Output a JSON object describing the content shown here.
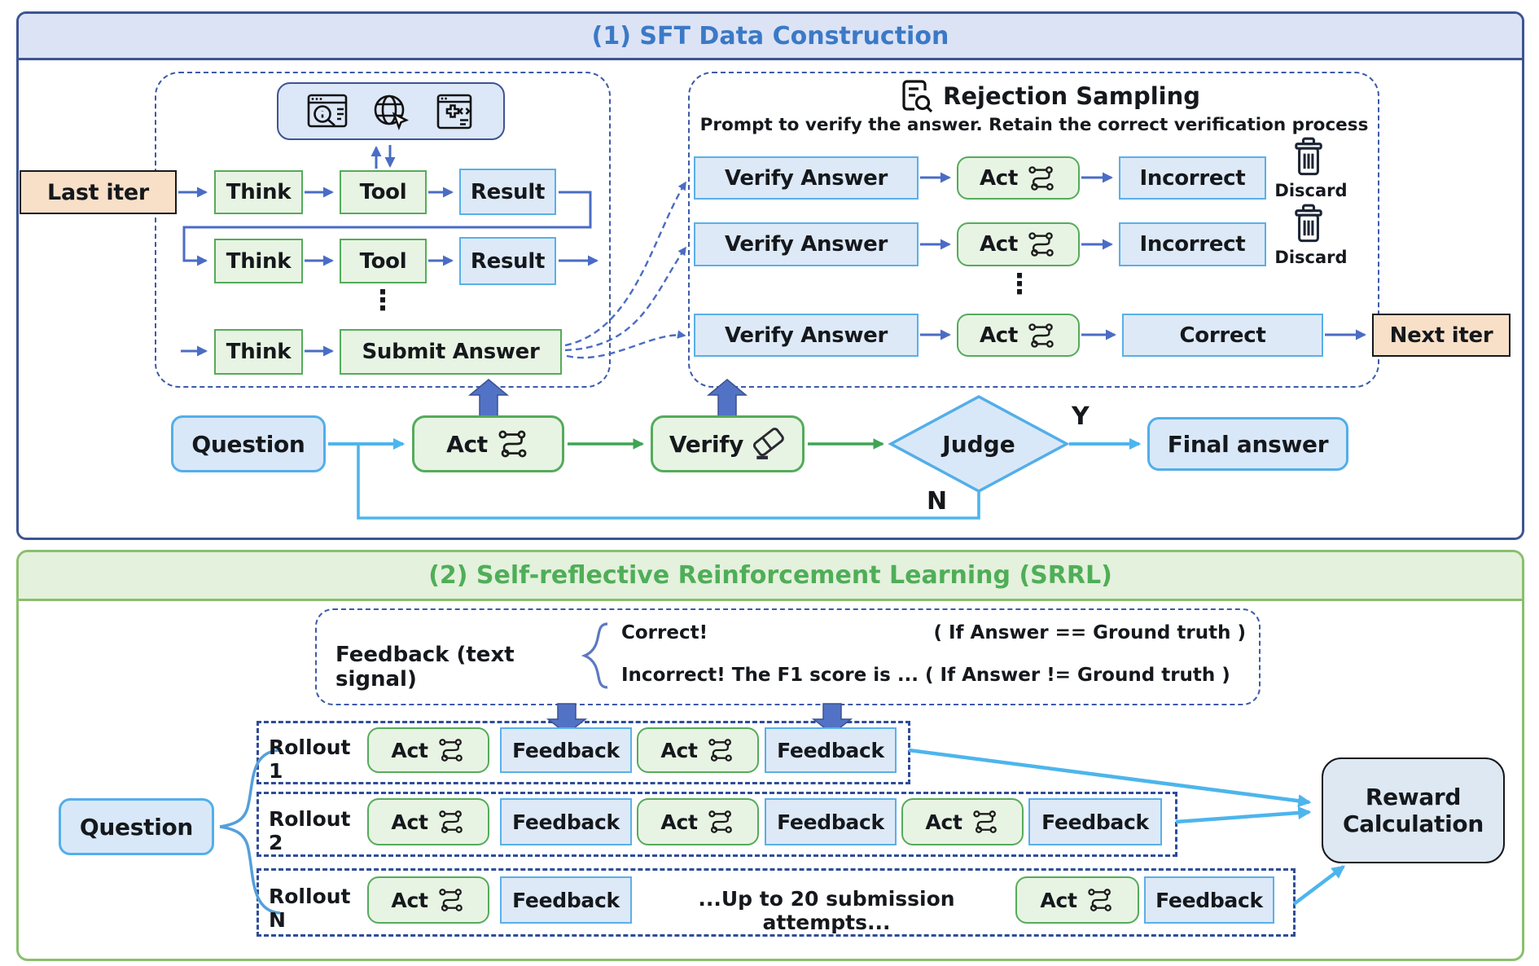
{
  "panel1": {
    "title": "(1) SFT Data Construction",
    "last_iter": "Last iter",
    "next_iter": "Next iter",
    "submit_answer": "Submit Answer",
    "tools_icons": [
      "browser-search-icon",
      "globe-cursor-icon",
      "code-plugin-icon"
    ],
    "rejection": {
      "icon": "doc-search-icon",
      "title": "Rejection Sampling",
      "subtitle": "Prompt to verify the answer. Retain the correct verification process",
      "discard": "Discard"
    },
    "flow": {
      "question": "Question",
      "act": "Act",
      "verify": "Verify",
      "judge": "Judge",
      "final_answer": "Final answer",
      "yes_label": "Y",
      "no_label": "N"
    }
  },
  "labels": {
    "think": "Think",
    "tool": "Tool",
    "result": "Result",
    "act": "Act",
    "verify_answer": "Verify Answer",
    "incorrect": "Incorrect",
    "correct": "Correct",
    "feedback": "Feedback",
    "dots": "⋮"
  },
  "panel2": {
    "title": "(2) Self-reflective Reinforcement Learning (SRRL)",
    "feedback_box": {
      "label": "Feedback (text signal)",
      "brace": "{",
      "line1_left": "Correct!",
      "line1_right": "( If Answer == Ground truth )",
      "line2": "Incorrect! The F1 score is ... ( If Answer != Ground truth )"
    },
    "question": "Question",
    "rollouts": [
      {
        "name": "Rollout 1"
      },
      {
        "name": "Rollout 2"
      },
      {
        "name": "Rollout N"
      }
    ],
    "ellipsis": "...Up to 20 submission attempts...",
    "reward": "Reward Calculation"
  },
  "colors": {
    "panel1_border": "#3d5493",
    "panel1_header_bg": "#dce3f5",
    "panel1_title": "#3b79c6",
    "panel2_border": "#8abf6d",
    "panel2_header_bg": "#e4f1dc",
    "panel2_title": "#4fae58",
    "green_box_border": "#55ab5b",
    "green_box_bg": "#e8f4e3",
    "blue_box_border": "#59b0e8",
    "blue_box_bg": "#dde9f7",
    "peach_bg": "#f8e0c8",
    "dashed_line": "#3c5aa8",
    "arrow_blue": "#4a6cc4",
    "arrow_cyan": "#4db5ec",
    "arrow_green": "#3fa455",
    "block_arrow": "#5273c5",
    "reward_bg": "#dde8f2"
  }
}
